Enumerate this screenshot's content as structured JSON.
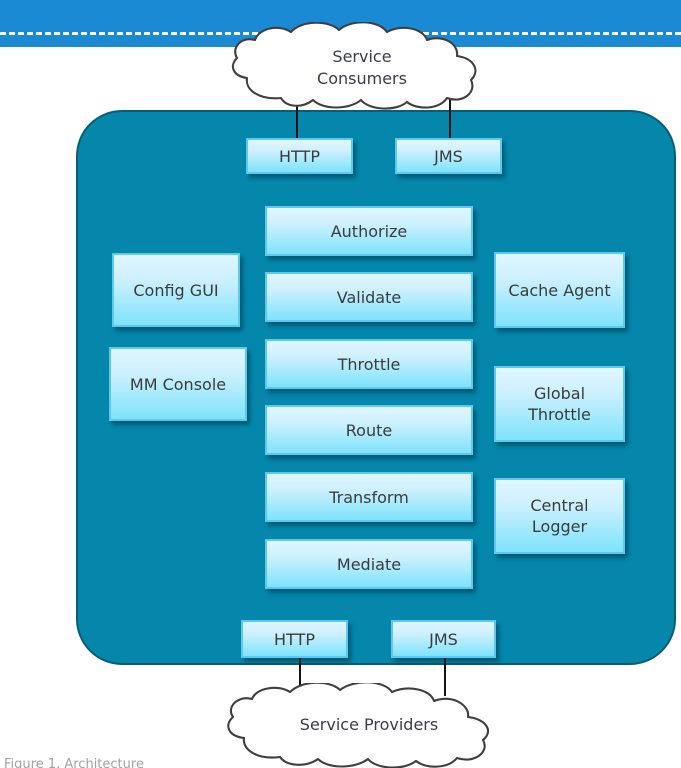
{
  "banner": {
    "color": "#1b8ad5",
    "dashed_line_color": "#ffffff"
  },
  "container": {
    "fill": "#0487ab",
    "border": "#0a5d74"
  },
  "clouds": [
    {
      "name": "service-consumers",
      "label": "Service\nConsumers"
    },
    {
      "name": "service-providers",
      "label": "Service Providers"
    }
  ],
  "inbound_transports": [
    {
      "label": "HTTP"
    },
    {
      "label": "JMS"
    }
  ],
  "pipeline": [
    {
      "label": "Authorize"
    },
    {
      "label": "Validate"
    },
    {
      "label": "Throttle"
    },
    {
      "label": "Route"
    },
    {
      "label": "Transform"
    },
    {
      "label": "Mediate"
    }
  ],
  "left_components": [
    {
      "label": "Config GUI"
    },
    {
      "label": "MM Console"
    }
  ],
  "right_components": [
    {
      "label": "Cache Agent"
    },
    {
      "label": "Global\nThrottle"
    },
    {
      "label": "Central\nLogger"
    }
  ],
  "outbound_transports": [
    {
      "label": "HTTP"
    },
    {
      "label": "JMS"
    }
  ],
  "node_style": {
    "gradient_top": "#dff6ff",
    "gradient_bottom": "#7fe3fb",
    "border": "#5ec8ee",
    "text": "#3b3b3b"
  },
  "caption": {
    "text": "Figure 1. Architecture"
  }
}
